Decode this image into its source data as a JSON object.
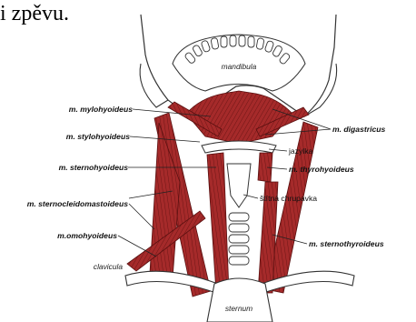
{
  "heading": "i zpěvu.",
  "labels": {
    "mandibula": "mandibula",
    "mylohyoideus": "m. mylohyoideus",
    "stylohyoideus": "m. stylohyoideus",
    "sternohyoideus": "m. sternohyoideus",
    "sternocleidomastoideus": "m. sternocleidomastoideus",
    "omohyoideus": "m.omohyoideus",
    "clavicula": "clavicula",
    "digastricus": "m. digastricus",
    "jazylka": "jazylka",
    "thyrohyoideus": "m. thyrohyoideus",
    "stitna_chrupavka": "štítná chrupavka",
    "sternothyroideus": "m. sternothyroideus",
    "sternum": "sternum"
  },
  "colors": {
    "muscle": "#a52a2a",
    "muscle_dark": "#7a1a1a",
    "bone_fill": "#ffffff",
    "outline": "#333333"
  }
}
